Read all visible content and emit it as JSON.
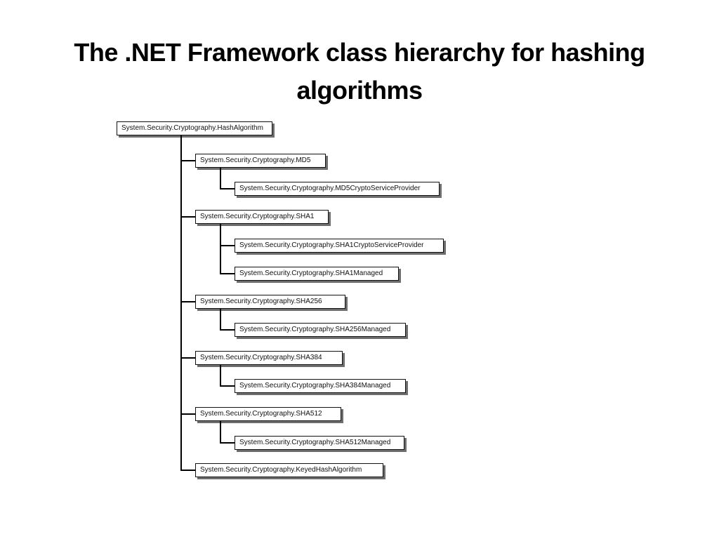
{
  "slide": {
    "title": "The .NET Framework class hierarchy for hashing algorithms"
  },
  "hierarchy": {
    "root": "System.Security.Cryptography.HashAlgorithm",
    "children": [
      {
        "label": "System.Security.Cryptography.MD5",
        "children": [
          "System.Security.Cryptography.MD5CryptoServiceProvider"
        ]
      },
      {
        "label": "System.Security.Cryptography.SHA1",
        "children": [
          "System.Security.Cryptography.SHA1CryptoServiceProvider",
          "System.Security.Cryptography.SHA1Managed"
        ]
      },
      {
        "label": "System.Security.Cryptography.SHA256",
        "children": [
          "System.Security.Cryptography.SHA256Managed"
        ]
      },
      {
        "label": "System.Security.Cryptography.SHA384",
        "children": [
          "System.Security.Cryptography.SHA384Managed"
        ]
      },
      {
        "label": "System.Security.Cryptography.SHA512",
        "children": [
          "System.Security.Cryptography.SHA512Managed"
        ]
      },
      {
        "label": "System.Security.Cryptography.KeyedHashAlgorithm",
        "children": []
      }
    ]
  }
}
